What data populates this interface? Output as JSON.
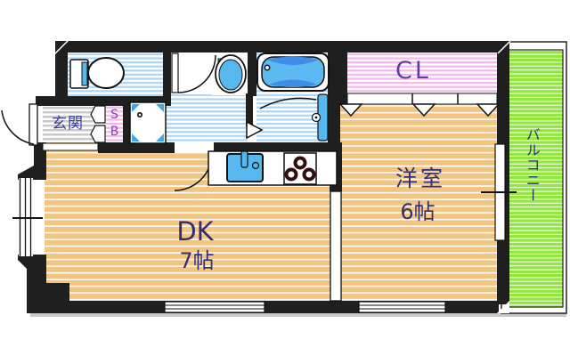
{
  "plan": {
    "rooms": {
      "genkan": {
        "label": "玄関"
      },
      "shoebox": {
        "label": "SB"
      },
      "dk": {
        "label": "DK",
        "area": "7帖"
      },
      "western_room": {
        "label": "洋室",
        "area": "6帖"
      },
      "closet": {
        "label": "CL"
      },
      "balcony": {
        "label": "バルコニー"
      }
    },
    "fixtures": {
      "toilet": "toilet-icon",
      "washbasin": "washbasin-icon",
      "bathtub": "bathtub-icon",
      "washing_machine_pan": "washing-machine-pan-icon",
      "kitchen_sink": "kitchen-sink-icon",
      "gas_stove": "gas-stove-icon",
      "shower_panel": "shower-panel-icon"
    },
    "colors": {
      "wall": "#1f1f1f",
      "dk_floor": "#f3c583",
      "wet_area": "#aed6f4",
      "closet_stripe": "#f6b5ec",
      "genkan_stripe": "#c8c8c8",
      "balcony_green": "#93e63e",
      "fixture_blue": "#57b8f0",
      "fixture_blue_dark": "#3f8de8",
      "label_navy": "#312e72",
      "label_purple": "#8b3fc0"
    }
  }
}
